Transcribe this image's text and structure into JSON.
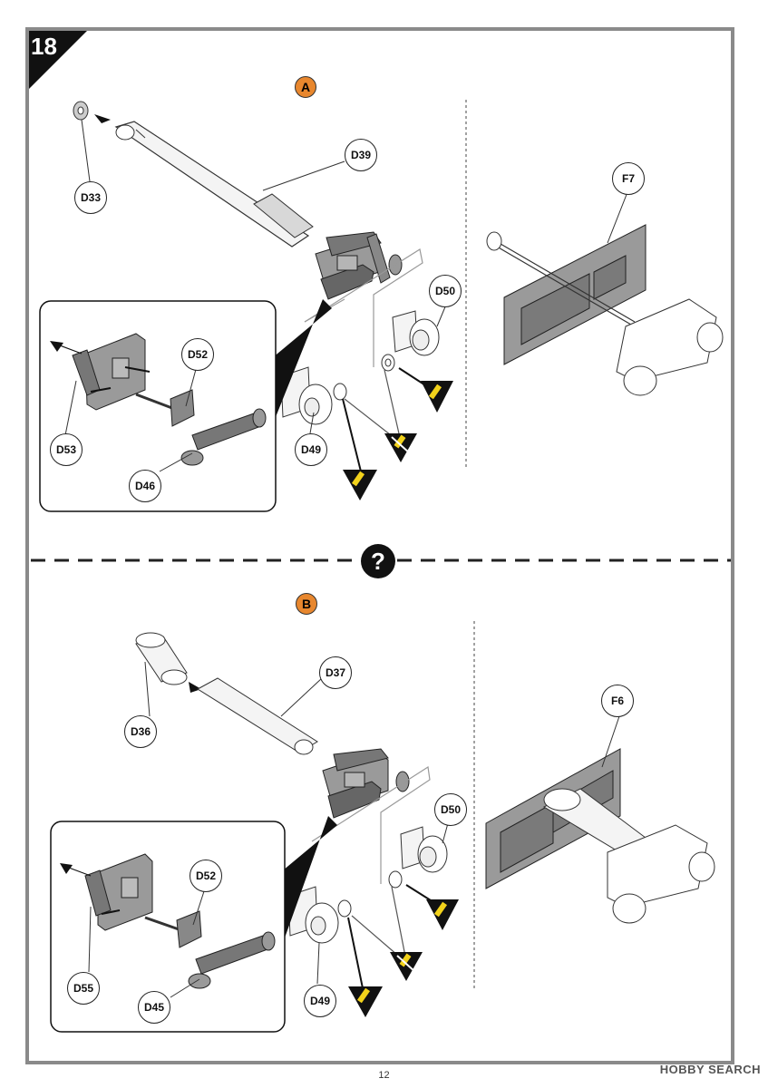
{
  "step": {
    "number": "18"
  },
  "variant_a": {
    "badge": "A",
    "parts": {
      "barrel_cap": "D33",
      "barrel": "D39",
      "panel": "F7",
      "wheel_small": "D50",
      "bracket": "D52",
      "housing": "D53",
      "wheel_large": "D49",
      "axle": "D46"
    }
  },
  "variant_b": {
    "badge": "B",
    "parts": {
      "sleeve": "D36",
      "barrel": "D37",
      "panel": "F6",
      "wheel_small": "D50",
      "bracket": "D52",
      "housing": "D55",
      "wheel_large": "D49",
      "axle": "D45"
    }
  },
  "page": {
    "number": "12"
  },
  "watermark": {
    "text": "HOBBY SEARCH"
  },
  "colors": {
    "frame": "#8a8a8a",
    "variant_badge": "#e8872e",
    "part_grey": "#9a9a9a",
    "glue_yellow": "#f2d21b"
  }
}
